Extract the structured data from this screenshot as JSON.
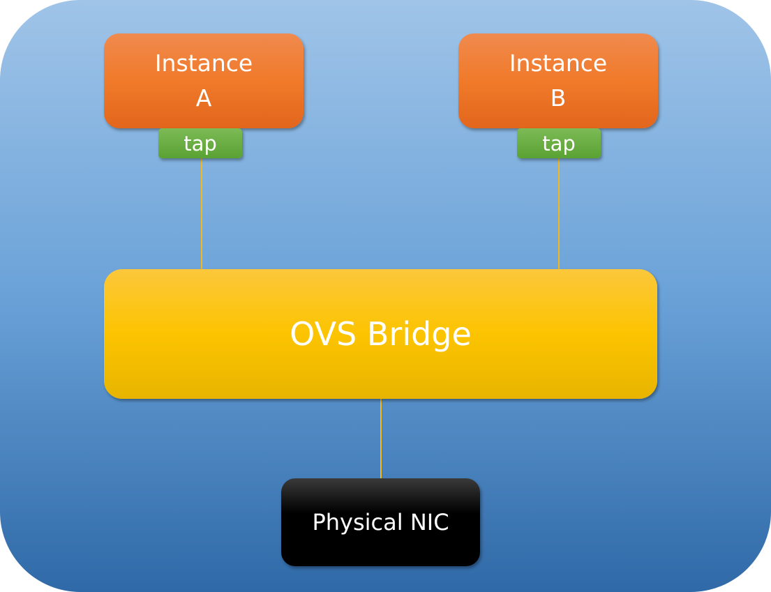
{
  "instances": [
    {
      "line1": "Instance",
      "line2": "A",
      "tap": "tap"
    },
    {
      "line1": "Instance",
      "line2": "B",
      "tap": "tap"
    }
  ],
  "bridge": {
    "label": "OVS Bridge"
  },
  "nic": {
    "label": "Physical NIC"
  },
  "colors": {
    "instance": "#f07a2a",
    "tap": "#5aa233",
    "bridge": "#fcc400",
    "nic": "#000000",
    "line": "#f2b81c"
  }
}
